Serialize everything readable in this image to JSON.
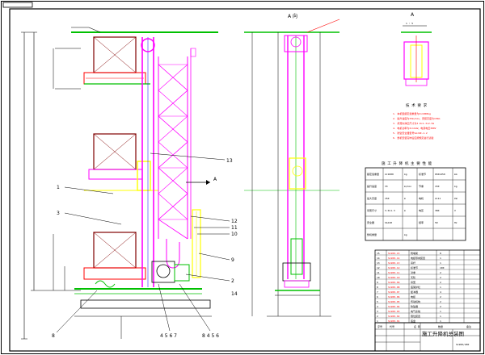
{
  "drawing": {
    "top_tag": "",
    "view_label": "A 向",
    "section_label": "A",
    "section_scale": "1 : 5",
    "notes_title": "技 术 要 求",
    "notes_lines": [
      "1. 本机型额定载重量为2×1000kg",
      "2. 提升速度为33m/min，安装高度为150m",
      "3. 吊笼内净空尺寸为3.0×1.3×2.5m",
      "4. 电机功率为2×11kW，电源电压380V",
      "5. 防坠安全器型号SAJ40-1.2",
      "6. 整机安装完毕后应按规定进行试验"
    ],
    "perf_title": "施 工 升 降 机 主 要 性 能",
    "perf_rows": [
      [
        "额定载重量",
        "2×1000",
        "kg",
        "标准节",
        "650×650",
        "mm"
      ],
      [
        "提升速度",
        "33",
        "m/min",
        "节重",
        "150",
        "kg"
      ],
      [
        "最大高度",
        "150",
        "m",
        "电机",
        "2×11",
        "kW"
      ],
      [
        "吊笼尺寸",
        "3.0×1.3",
        "m",
        "电压",
        "380",
        "V"
      ],
      [
        "安全器",
        "SAJ40",
        "",
        "频率",
        "50",
        "Hz"
      ],
      [
        "整机重量",
        "",
        "kg",
        "",
        "",
        ""
      ]
    ],
    "callouts": [
      "13",
      "1",
      "3",
      "12",
      "11",
      "10",
      "9",
      "2",
      "14",
      "8",
      "4 5 6 7",
      "8 4 5 6"
    ],
    "bom_rows": [
      [
        "15",
        "SC200-15",
        "附墙架",
        "8",
        ""
      ],
      [
        "14",
        "SC200-14",
        "电缆导向装置",
        "1",
        ""
      ],
      [
        "13",
        "SC200-13",
        "吊杆",
        "1",
        ""
      ],
      [
        "12",
        "SC200-12",
        "标准节",
        "100",
        ""
      ],
      [
        "11",
        "SC200-11",
        "对重",
        "2",
        ""
      ],
      [
        "10",
        "SC200-10",
        "天轮",
        "2",
        ""
      ],
      [
        "9",
        "SC200-09",
        "吊笼",
        "2",
        ""
      ],
      [
        "8",
        "SC200-08",
        "底架护栏",
        "1",
        ""
      ],
      [
        "7",
        "SC200-07",
        "缓冲器",
        "4",
        ""
      ],
      [
        "6",
        "SC200-06",
        "电缆",
        "2",
        ""
      ],
      [
        "5",
        "SC200-05",
        "传动机构",
        "2",
        ""
      ],
      [
        "4",
        "SC200-04",
        "防坠器",
        "2",
        ""
      ],
      [
        "3",
        "SC200-03",
        "电气系统",
        "1",
        ""
      ],
      [
        "2",
        "SC200-02",
        "限位装置",
        "1",
        ""
      ],
      [
        "1",
        "SC200-01",
        "底盘",
        "1",
        ""
      ]
    ],
    "bom_header": [
      "序号",
      "代号",
      "名 称",
      "数量",
      "备注"
    ],
    "title_block_name": "施工升降机总装图",
    "title_block_code": "SC200/200"
  },
  "colors": {
    "frame": "#000000",
    "magenta": "#ff00ff",
    "green": "#00c000",
    "yellow": "#ffff00",
    "red": "#ff0000",
    "cyan": "#00ffff",
    "blue": "#0000ff",
    "dark_red": "#800000"
  }
}
